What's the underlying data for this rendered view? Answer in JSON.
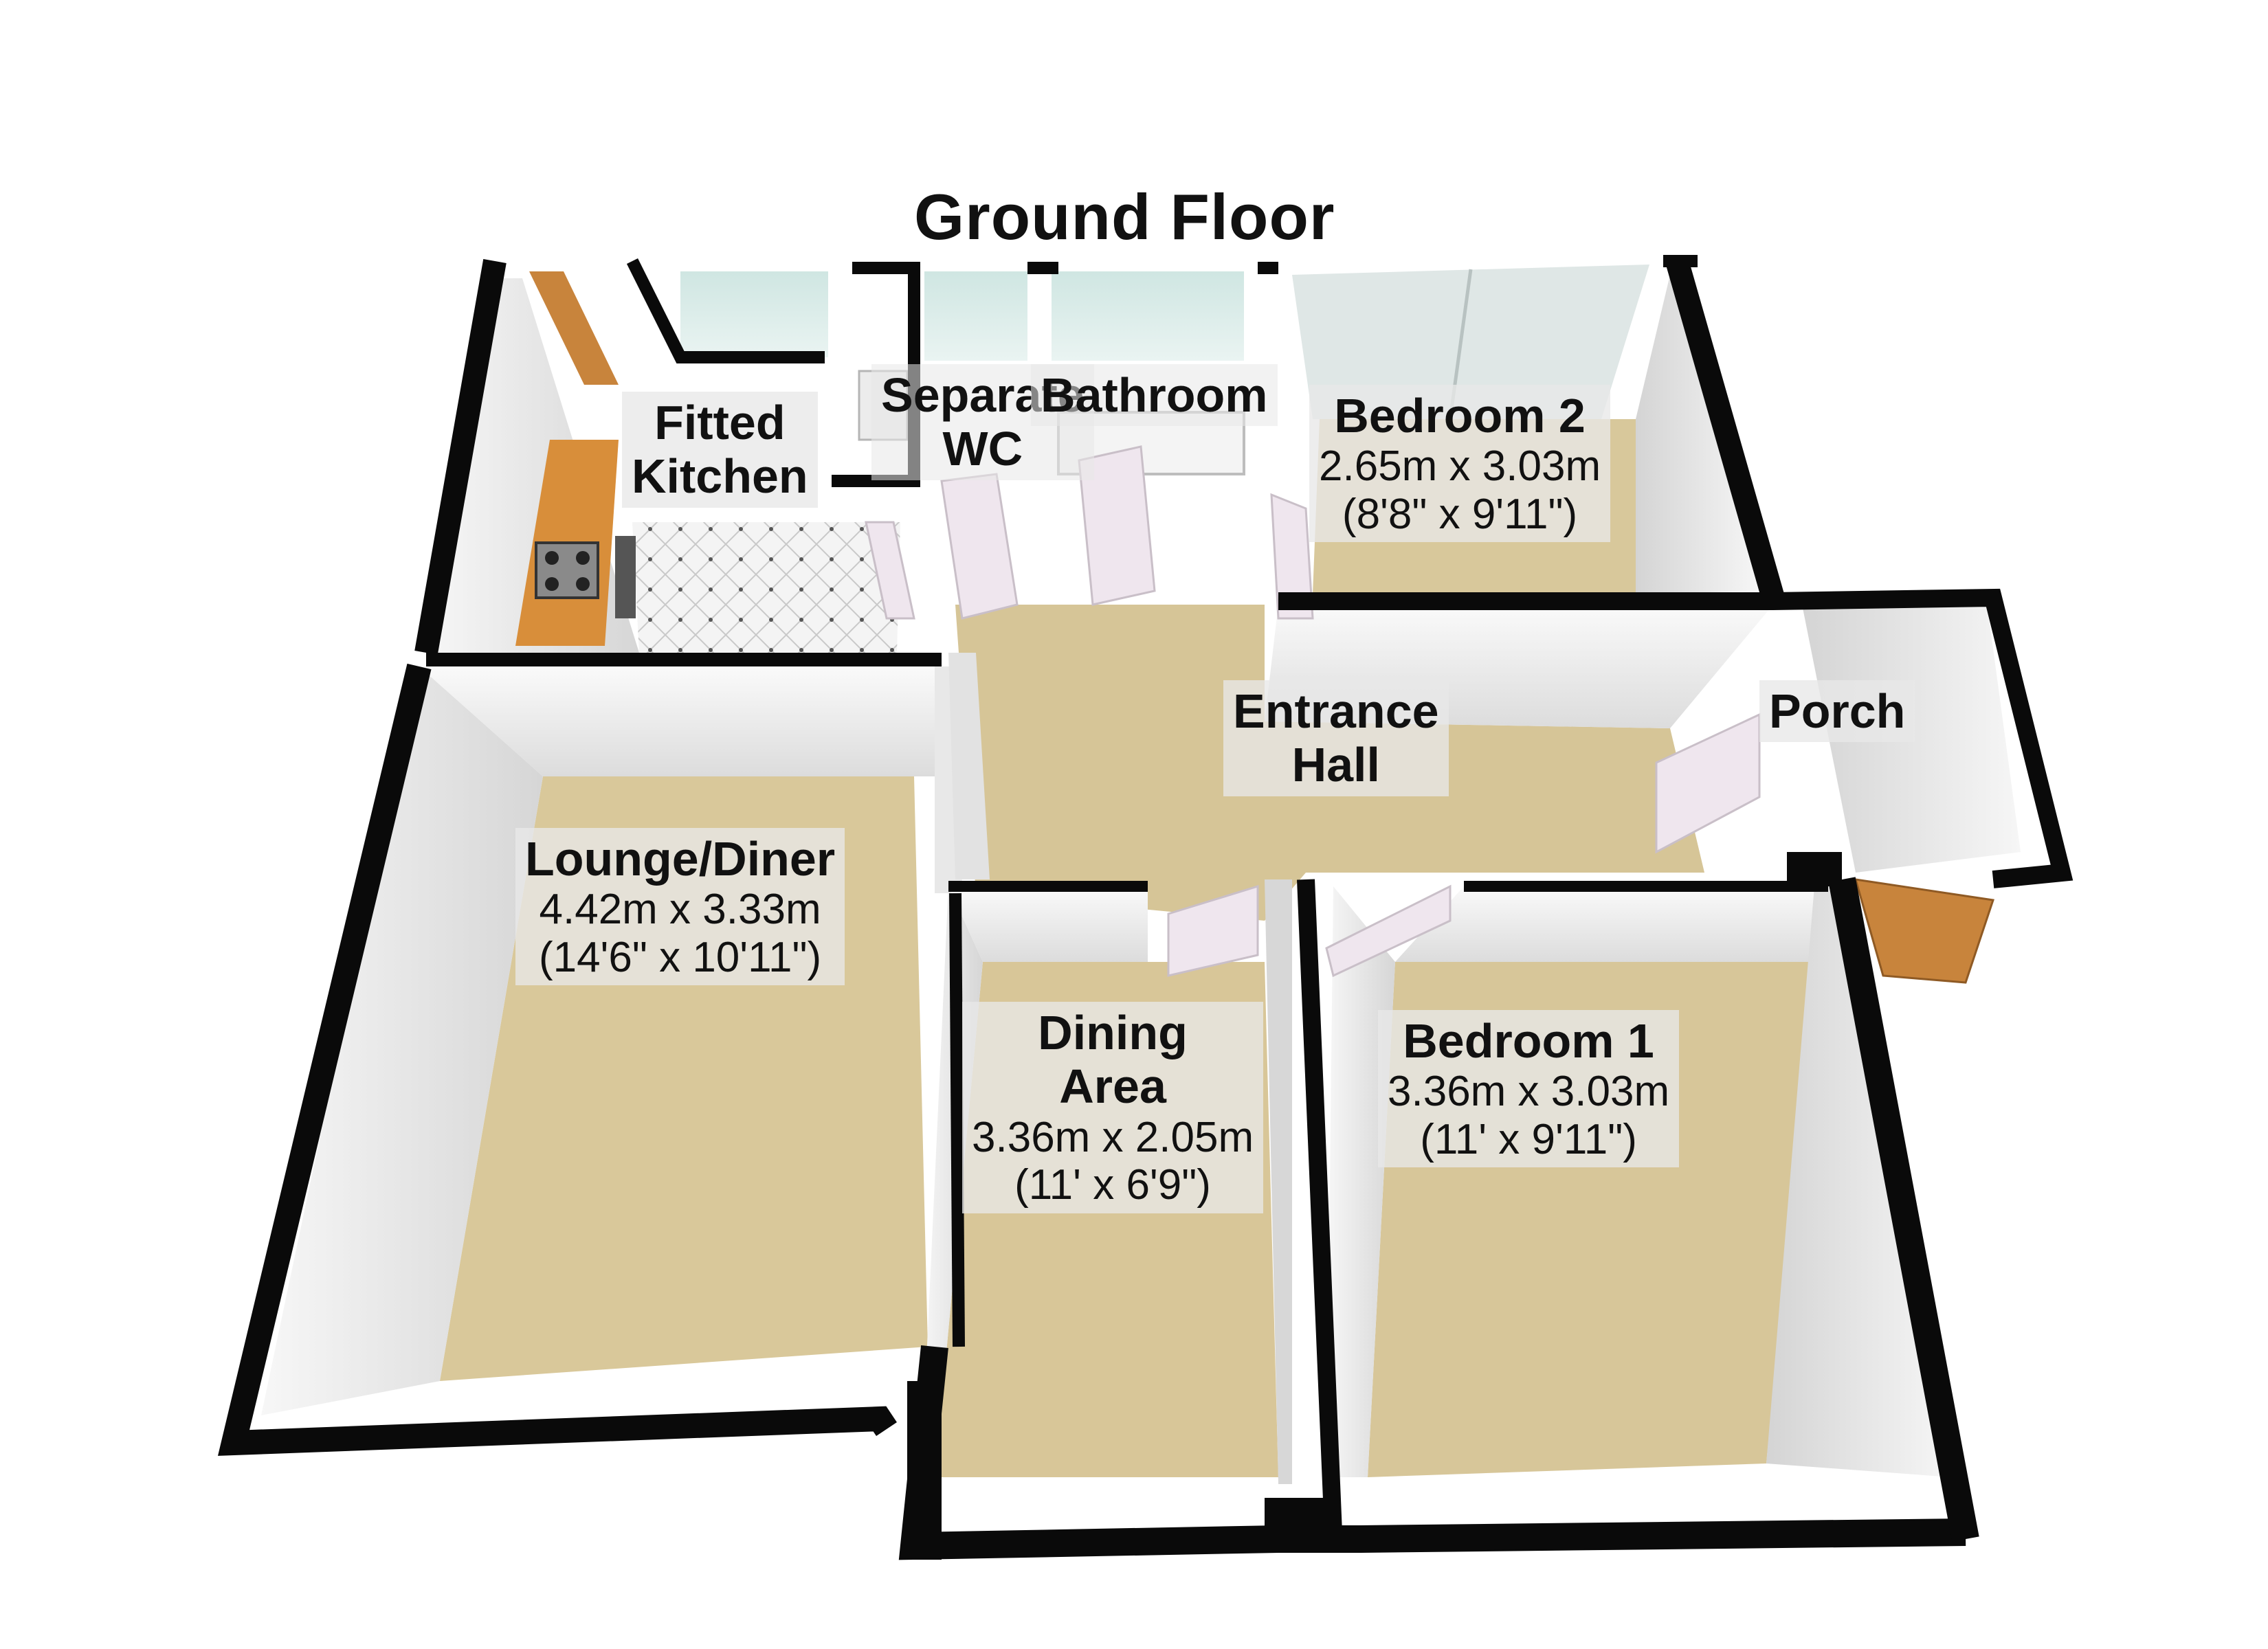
{
  "plan": {
    "title": "Ground Floor",
    "rooms": {
      "kitchen": {
        "name_line1": "Fitted",
        "name_line2": "Kitchen"
      },
      "wc": {
        "name_line1": "Separate",
        "name_line2": "WC"
      },
      "bathroom": {
        "name": "Bathroom"
      },
      "bedroom2": {
        "name": "Bedroom 2",
        "metric": "2.65m x 3.03m",
        "imperial": "(8'8\" x 9'11\")"
      },
      "hall": {
        "name_line1": "Entrance",
        "name_line2": "Hall"
      },
      "porch": {
        "name": "Porch"
      },
      "lounge": {
        "name": "Lounge/Diner",
        "metric": "4.42m x 3.33m",
        "imperial": "(14'6\" x 10'11\")"
      },
      "dining": {
        "name_line1": "Dining",
        "name_line2": "Area",
        "metric": "3.36m x 2.05m",
        "imperial": "(11' x 6'9\")"
      },
      "bedroom1": {
        "name": "Bedroom 1",
        "metric": "3.36m x 3.03m",
        "imperial": "(11' x 9'11\")"
      }
    },
    "colors": {
      "wall": "#0a0a0a",
      "carpet": "#d9c89a",
      "inner_wall": "#ececec",
      "worktop": "#d88e3a",
      "door": "#efe6ee",
      "front_door": "#c8843c",
      "tile": "#f2f2f2"
    }
  }
}
